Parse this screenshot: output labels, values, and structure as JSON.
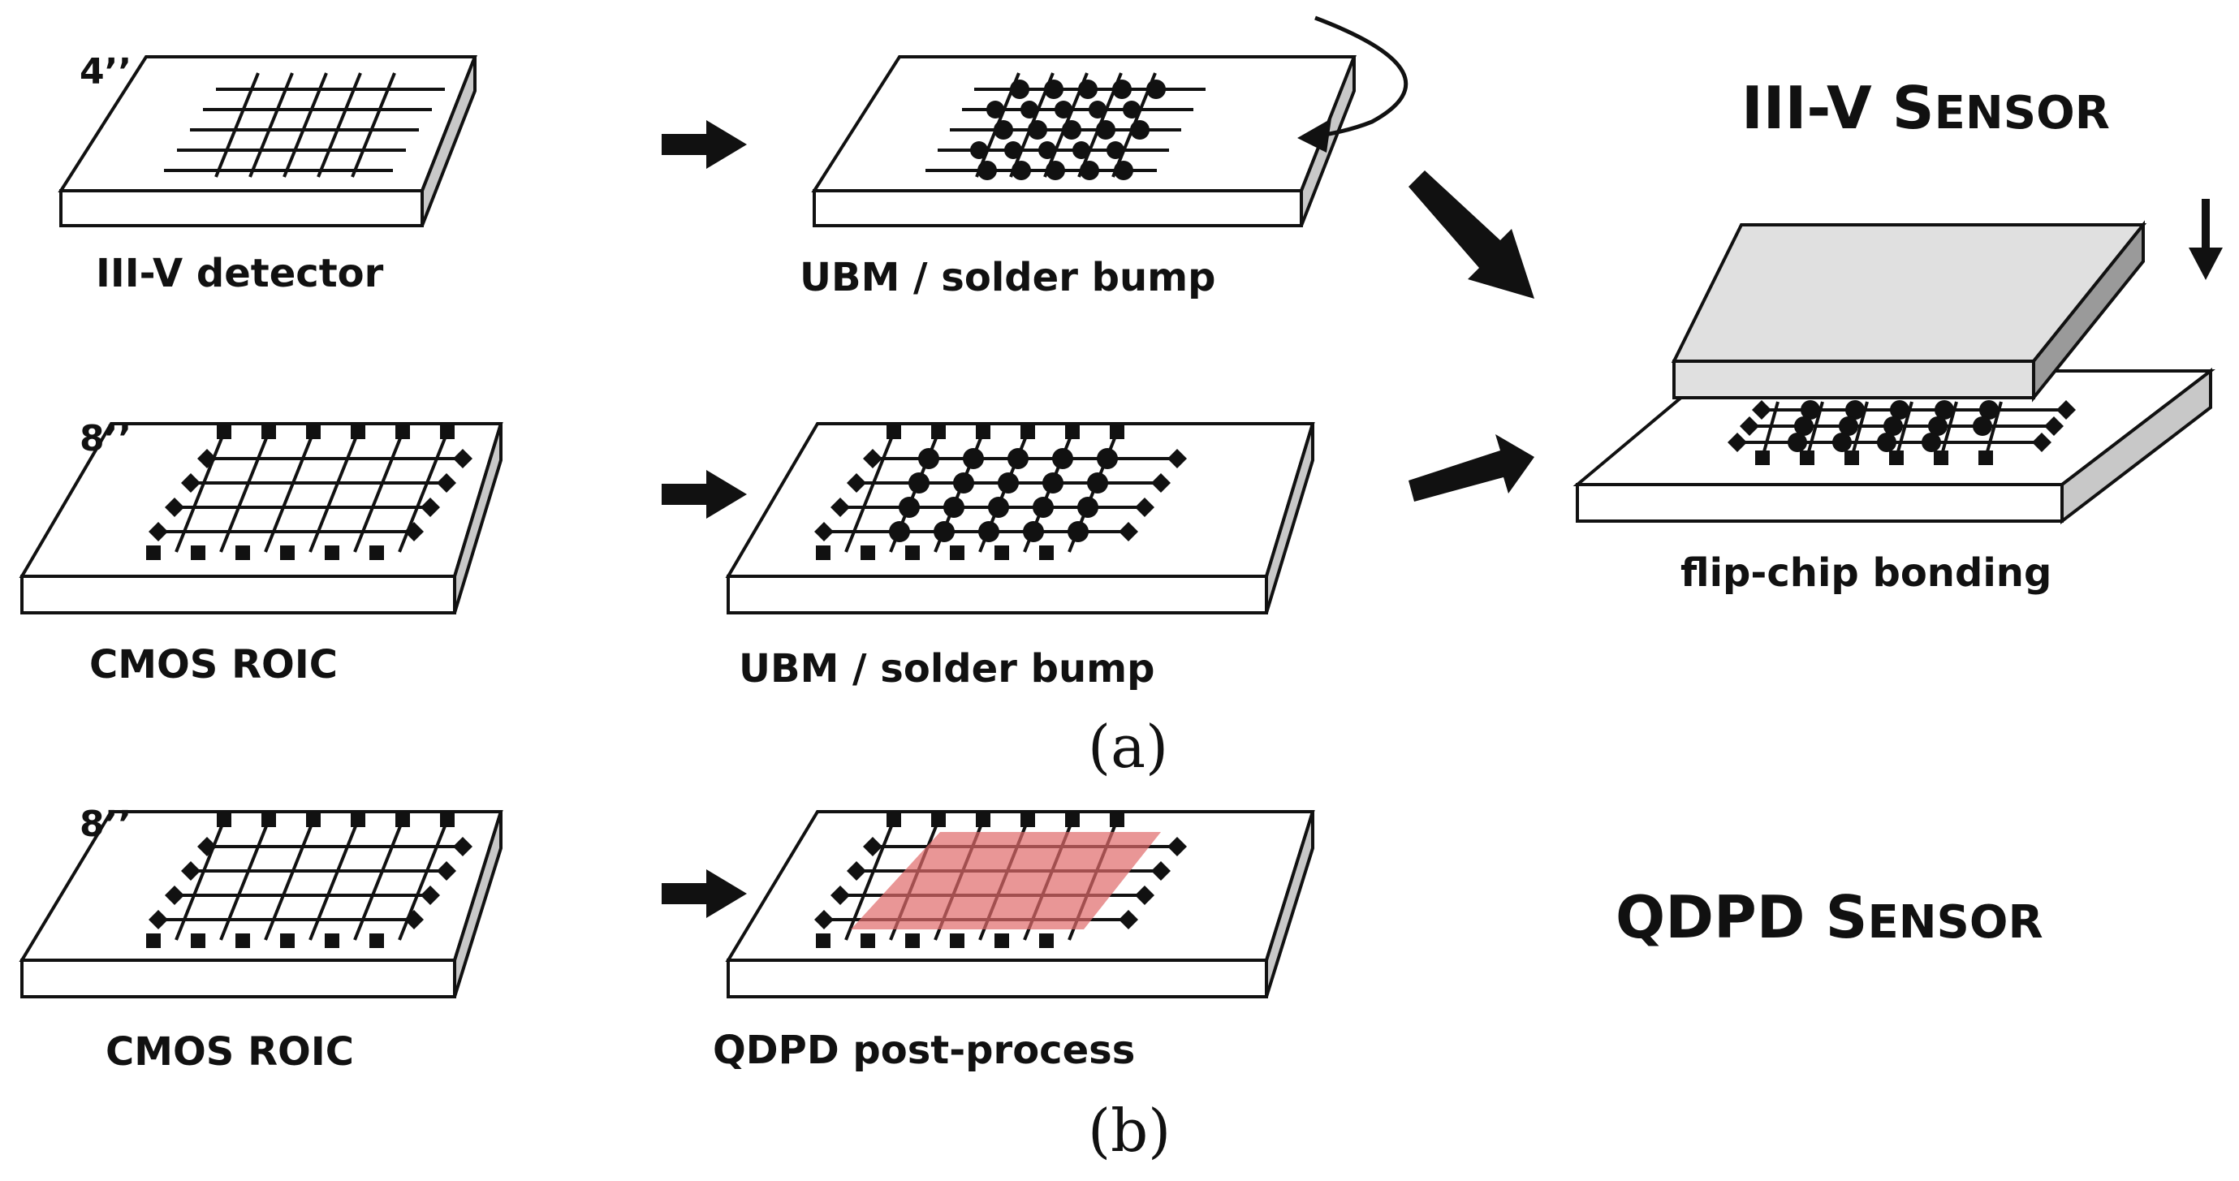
{
  "labels": {
    "row1_size": "4’’",
    "row1_step1": "III-V detector",
    "row1_step2": "UBM / solder bump",
    "row2_size": "8’’",
    "row2_step1": "CMOS ROIC",
    "row2_step2": "UBM / solder bump",
    "bonding": "flip-chip bonding",
    "part_a": "(a)",
    "row3_size": "8’’",
    "row3_step1": "CMOS ROIC",
    "row3_step2": "QDPD post-process",
    "part_b": "(b)"
  },
  "titles": {
    "iii_v": {
      "lead": "III-V S",
      "rest": "ENSOR"
    },
    "qdpd": {
      "lead": "QDPD S",
      "rest": "ENSOR"
    }
  },
  "colors": {
    "wafer_top": "#ffffff",
    "wafer_side": "#c8c8c8",
    "chip_top": "#e0e0e0",
    "chip_side": "#9a9a9a",
    "stroke": "#111111",
    "qdpd_film": "#e06a6a"
  }
}
